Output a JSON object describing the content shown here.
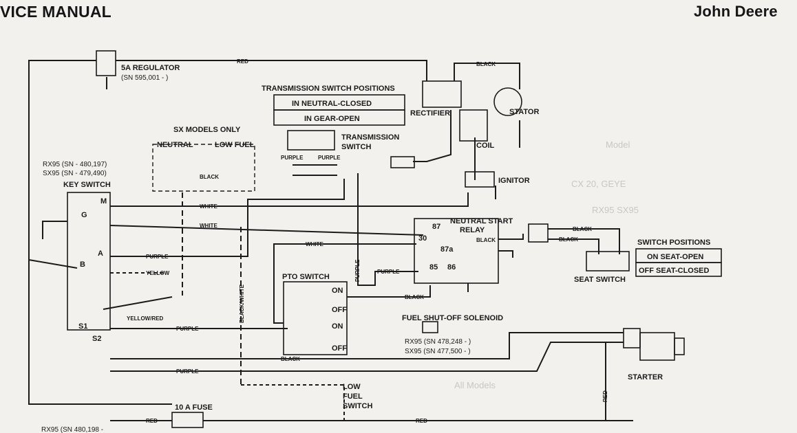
{
  "header": {
    "left_title": "VICE MANUAL",
    "right_title": "John Deere"
  },
  "labels": {
    "regulator": "5A REGULATOR",
    "regulator_sn": "(SN 595,001 -     )",
    "trans_positions_title": "TRANSMISSION SWITCH POSITIONS",
    "trans_pos_1": "IN NEUTRAL-CLOSED",
    "trans_pos_2": "IN GEAR-OPEN",
    "rectifier": "RECTIFIER",
    "stator": "STATOR",
    "coil": "COIL",
    "ignitor": "IGNITOR",
    "sx_models_only": "SX MODELS ONLY",
    "neutral": "NEUTRAL",
    "low_fuel": "LOW FUEL",
    "transmission": "TRANSMISSION",
    "switch": "SWITCH",
    "rx95_key_sn": "RX95 (SN      - 480,197)",
    "sx95_key_sn": "SX95 (SN      - 479,490)",
    "key_switch": "KEY SWITCH",
    "term_m": "M",
    "term_g": "G",
    "term_a": "A",
    "term_b": "B",
    "term_s1": "S1",
    "term_s2": "S2",
    "neutral_start_relay": "NEUTRAL START",
    "relay": "RELAY",
    "r87": "87",
    "r30": "30",
    "r87a": "87a",
    "r85": "85",
    "r86": "86",
    "switch_positions_title": "SWITCH POSITIONS",
    "seat_pos_1": "ON SEAT-OPEN",
    "seat_pos_2": "OFF SEAT-CLOSED",
    "seat_switch": "SEAT SWITCH",
    "pto_switch": "PTO SWITCH",
    "on1": "ON",
    "off1": "OFF",
    "on2": "ON",
    "off2": "OFF",
    "fuel_solenoid": "FUEL SHUT-OFF SOLENOID",
    "rx95_fuel_sn": "RX95 (SN 478,248 -     )",
    "sx95_fuel_sn": "SX95 (SN 477,500 -     )",
    "starter": "STARTER",
    "low_fuel_switch_1": "LOW",
    "low_fuel_switch_2": "FUEL",
    "low_fuel_switch_3": "SWITCH",
    "fuse": "10 A FUSE",
    "bottom_sn": "RX95 (SN 480,198 -"
  },
  "wires": {
    "red": "RED",
    "black": "BLACK",
    "white": "WHITE",
    "purple": "PURPLE",
    "yellow": "YELLOW",
    "yellow_red": "YELLOW/RED",
    "black_white": "BLACK/WHITE"
  },
  "background_text": {
    "model": "Model",
    "cx": "CX 20, GEYE",
    "m1": "RX95 SX95",
    "all_models": "All Models"
  }
}
